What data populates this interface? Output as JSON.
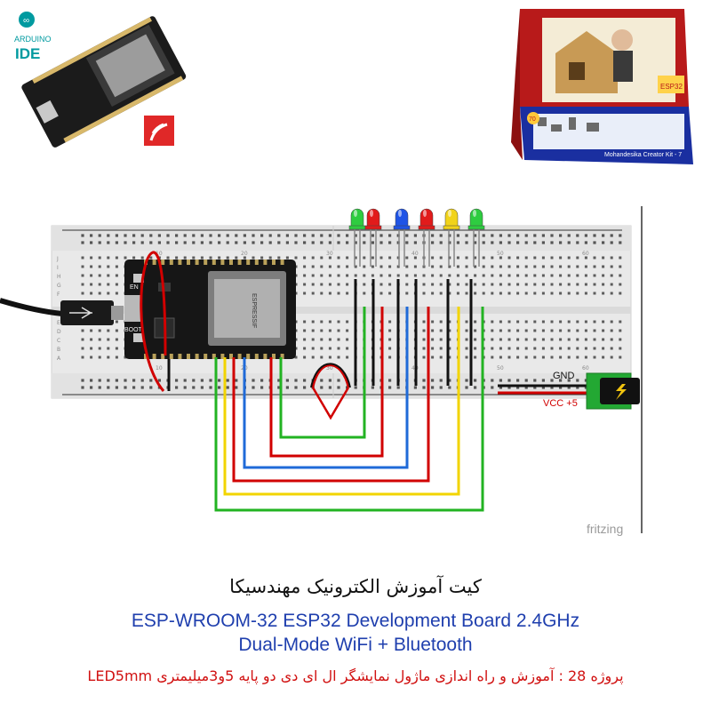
{
  "logos": {
    "arduino_line1": "ARDUINO",
    "arduino_line2": "IDE",
    "kit_box_label": "ESP32",
    "kit_box_title": "Mohandesika Creator Kit - 7",
    "kit_box_badge": "70"
  },
  "board": {
    "chip_text": "ESPRESSIF",
    "en_label": "EN",
    "boot_label": "BOOT",
    "row_letters_top": [
      "J",
      "I",
      "H",
      "G",
      "F"
    ],
    "row_letters_bottom": [
      "E",
      "D",
      "C",
      "B",
      "A"
    ],
    "column_numbers": [
      "10",
      "20",
      "30",
      "40",
      "50",
      "60"
    ]
  },
  "power": {
    "gnd_label": "GND",
    "vcc_label": "VCC +5"
  },
  "leds": [
    {
      "color": "#2ecc40"
    },
    {
      "color": "#e11b1b"
    },
    {
      "color": "#1f54e6"
    },
    {
      "color": "#e11b1b"
    },
    {
      "color": "#f1d31a"
    },
    {
      "color": "#2ecc40"
    }
  ],
  "wire_colors": {
    "red": "#d10000",
    "blue": "#1f6ad8",
    "yellow": "#f2d400",
    "green": "#22b322",
    "black": "#111111"
  },
  "watermark": "fritzing",
  "captions": {
    "title_fa": "کیت آموزش الکترونیک مهندسیکا",
    "title_en_1": "ESP-WROOM-32 ESP32  Development Board 2.4GHz",
    "title_en_2": "Dual-Mode WiFi + Bluetooth",
    "project_fa": "پروژه 28 : آموزش و راه اندازی ماژول نمایشگر ال ای دی دو پایه 5و3میلیمتری  LED5mm"
  }
}
